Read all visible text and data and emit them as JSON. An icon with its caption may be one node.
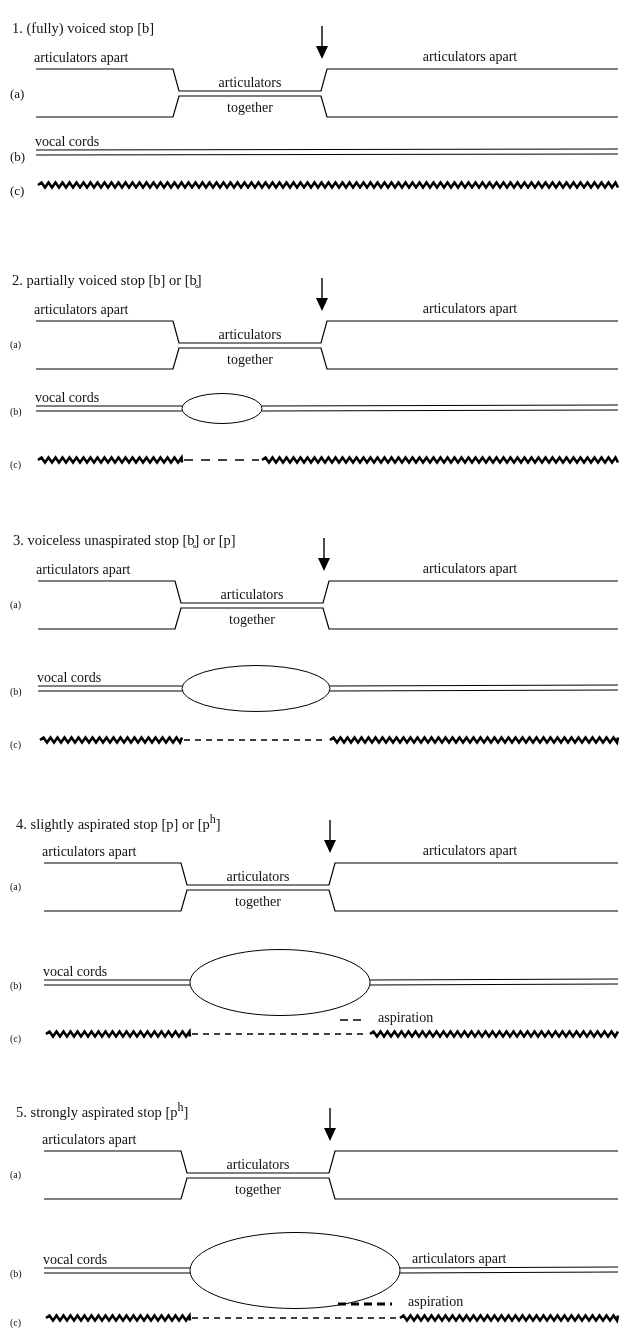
{
  "diagram": {
    "labels": [
      "1. (fully) voiced stop [b]",
      "articulators apart",
      "articulators apart",
      "articulators",
      "(a)",
      "together",
      "vocal cords",
      "(b)",
      "(c)",
      "2. partially voiced stop [b] or [b̥]",
      "articulators apart",
      "articulators apart",
      "articulators",
      "(a)",
      "together",
      "vocal cords",
      "(b)",
      "(c)",
      "3. voiceless unaspirated stop [b̥] or [p]",
      "articulators apart",
      "articulators apart",
      "articulators",
      "(a)",
      "together",
      "vocal cords",
      "(b)",
      "(c)",
      "4. slightly aspirated stop [p] or [p$^{h}$]",
      "articulators apart",
      "articulators apart",
      "articulators",
      "(a)",
      "together",
      "vocal cords",
      "(b)",
      "aspiration",
      "(c)",
      "5. strongly aspirated stop [p$^{h}$]",
      "articulators apart",
      "articulators",
      "(a)",
      "together",
      "vocal cords",
      "articulators apart",
      "(b)",
      "aspiration",
      "(c)"
    ]
  }
}
